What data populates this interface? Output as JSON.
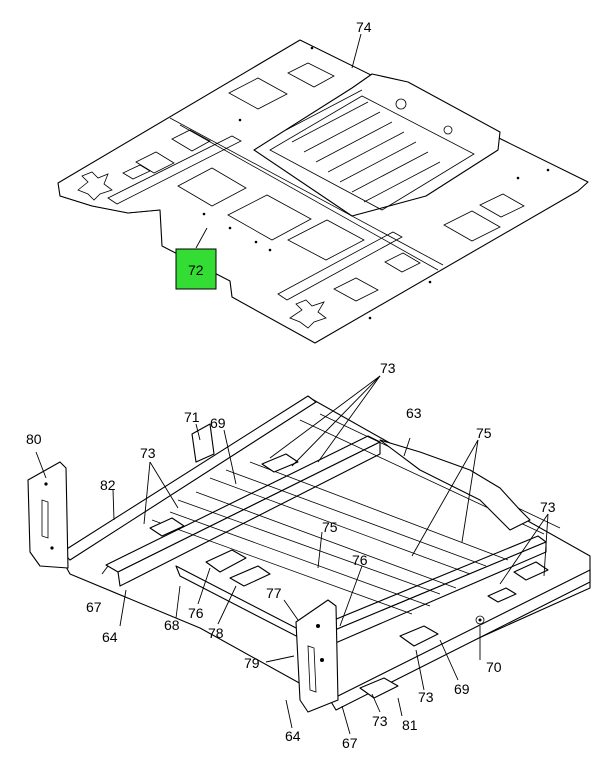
{
  "diagram": {
    "highlight_color": "#33dd33",
    "callouts": [
      {
        "id": "c74",
        "label": "74"
      },
      {
        "id": "c72",
        "label": "72",
        "highlighted": true
      },
      {
        "id": "c73a",
        "label": "73"
      },
      {
        "id": "c63",
        "label": "63"
      },
      {
        "id": "c71",
        "label": "71"
      },
      {
        "id": "c69a",
        "label": "69"
      },
      {
        "id": "c80",
        "label": "80"
      },
      {
        "id": "c73b",
        "label": "73"
      },
      {
        "id": "c75a",
        "label": "75"
      },
      {
        "id": "c82",
        "label": "82"
      },
      {
        "id": "c75b",
        "label": "75"
      },
      {
        "id": "c73c",
        "label": "73"
      },
      {
        "id": "c76a",
        "label": "76"
      },
      {
        "id": "c67a",
        "label": "67"
      },
      {
        "id": "c77",
        "label": "77"
      },
      {
        "id": "c64a",
        "label": "64"
      },
      {
        "id": "c68",
        "label": "68"
      },
      {
        "id": "c76b",
        "label": "76"
      },
      {
        "id": "c78",
        "label": "78"
      },
      {
        "id": "c70",
        "label": "70"
      },
      {
        "id": "c79",
        "label": "79"
      },
      {
        "id": "c69b",
        "label": "69"
      },
      {
        "id": "c73d",
        "label": "73"
      },
      {
        "id": "c73e",
        "label": "73"
      },
      {
        "id": "c81",
        "label": "81"
      },
      {
        "id": "c64b",
        "label": "64"
      },
      {
        "id": "c67b",
        "label": "67"
      }
    ]
  }
}
